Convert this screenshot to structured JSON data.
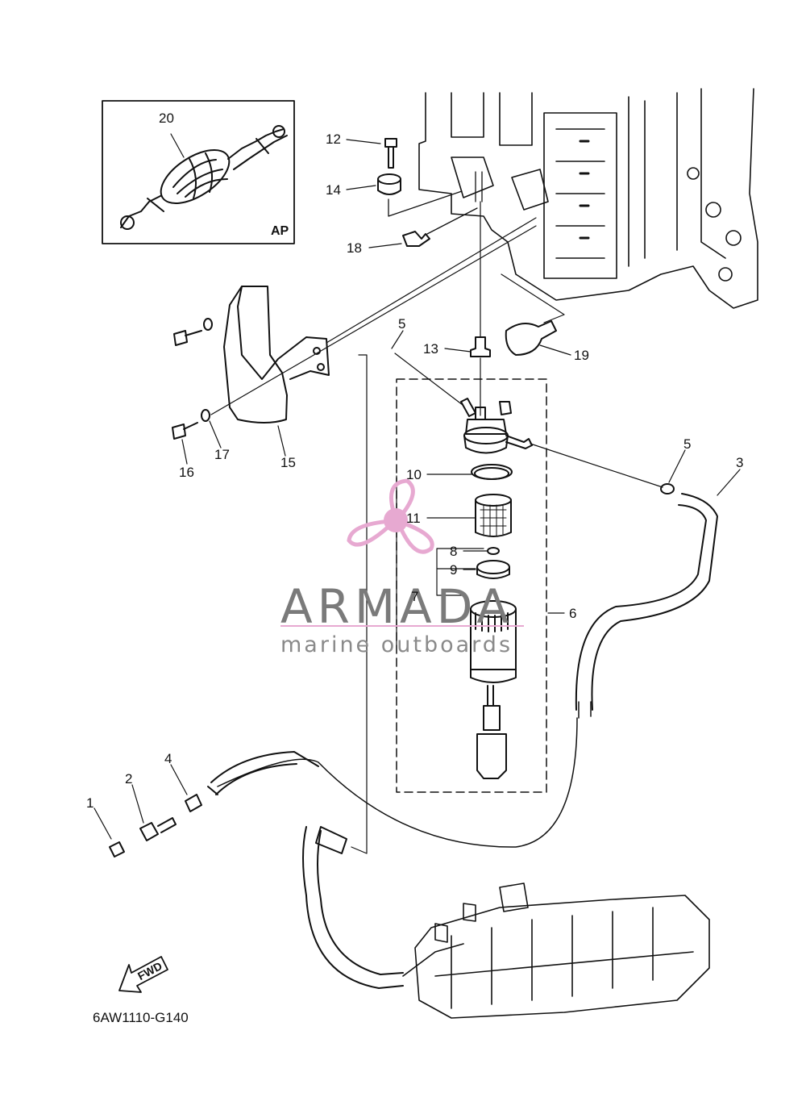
{
  "diagram": {
    "code": "6AW1110-G140",
    "inset_label": "AP",
    "direction_label": "FWD",
    "callouts": [
      "20",
      "12",
      "14",
      "18",
      "5",
      "13",
      "19",
      "15",
      "16",
      "17",
      "3",
      "10",
      "11",
      "8",
      "9",
      "7",
      "6",
      "1",
      "2",
      "4"
    ]
  },
  "watermark": {
    "brand": "ARMADA",
    "tagline": "marine outboards",
    "color": "#e7a9d1"
  },
  "colors": {
    "line": "#111111",
    "background": "#ffffff"
  }
}
